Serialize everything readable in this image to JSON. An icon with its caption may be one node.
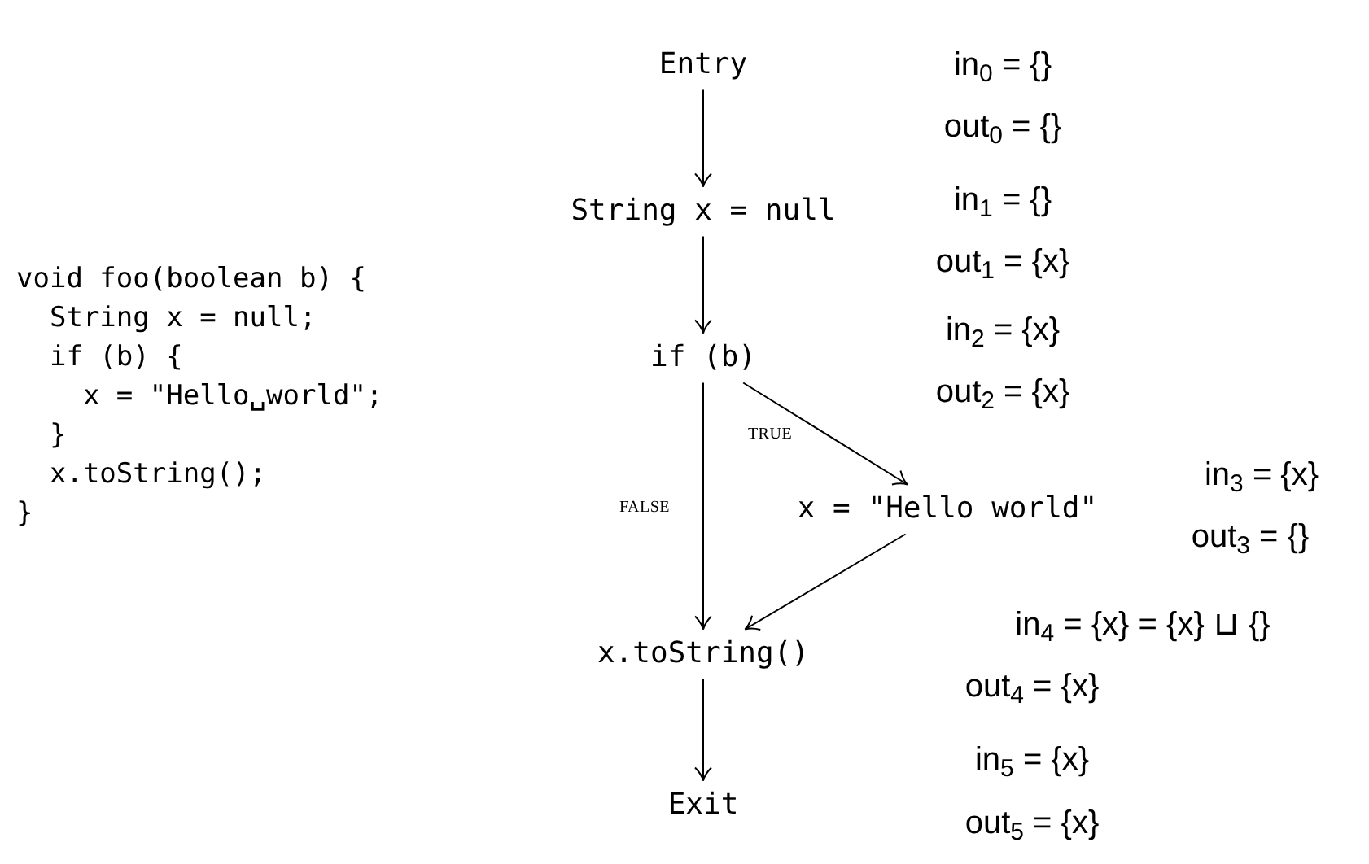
{
  "diagram": {
    "nodes": [
      {
        "text": [
          "Entry"
        ]
      },
      {
        "text": [
          "String x = null"
        ]
      },
      {
        "text": [
          "if (b)"
        ]
      },
      {
        "text": [
          "x = \"Hello world\""
        ]
      },
      {
        "text": [
          "x.toString()"
        ]
      },
      {
        "text": [
          "Exit"
        ]
      }
    ],
    "edges": [
      {
        "from": 0,
        "to": 1,
        "arrow": "to"
      },
      {
        "from": 1,
        "to": 2,
        "arrow": "to"
      },
      {
        "from": 2,
        "to": 3,
        "arrow": "to",
        "label": "TRUE"
      },
      {
        "from": 2,
        "to": 4,
        "arrow": "to",
        "label": "FALSE"
      },
      {
        "from": 3,
        "to": 4,
        "arrow": "to"
      },
      {
        "from": 4,
        "to": 5,
        "arrow": "to"
      }
    ],
    "labels": [
      "void foo(boolean b) {",
      "  String x = null;",
      "  if (b) {",
      "    x = \"Hello␣world\";",
      "  }",
      "  x.toString();",
      "}",
      "in$_{0}$ = {}",
      "out$_{0}$ = {}",
      "in$_{1}$ = {}",
      "out$_{1}$ = {x}",
      "in$_{2}$ = {x}",
      "out$_{2}$ = {x}",
      "in$_{3}$ = {x}",
      "out$_{3}$ = {}",
      "in$_{4}$ = {x} = {x} ⊔ {}",
      "out$_{4}$ = {x}",
      "in$_{5}$ = {x}",
      "out$_{5}$ = {x}"
    ]
  }
}
